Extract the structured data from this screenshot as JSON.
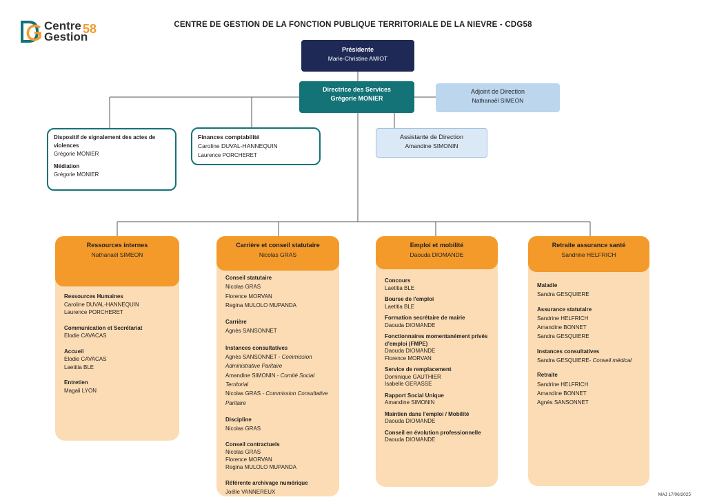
{
  "logo": {
    "line1": "Centre",
    "line2": "Gestion",
    "number": "58"
  },
  "title": "CENTRE DE GESTION DE LA FONCTION PUBLIQUE TERRITORIALE DE LA NIEVRE - CDG58",
  "presidente": {
    "role": "Présidente",
    "name": "Marie-Christine AMIOT"
  },
  "directrice": {
    "role": "Directrice des Services",
    "name": "Grégorie MONIER"
  },
  "adjoint": {
    "role": "Adjoint de Direction",
    "name": "Nathanaël SIMEON"
  },
  "assistante": {
    "role": "Assistante de Direction",
    "name": "Amandine SIMONIN"
  },
  "signalement": {
    "title": "Dispositif de signalement des actes de violences",
    "name": "Grégorie MONIER",
    "mediation_title": "Médiation",
    "mediation_name": "Grégorie MONIER"
  },
  "finances": {
    "title": "Finances comptabilité",
    "name1": "Caroline DUVAL-HANNEQUIN",
    "name2": "Laurence PORCHERET"
  },
  "columns": {
    "ressources": {
      "title": "Ressources internes",
      "head": "Nathanaël SIMEON",
      "s1_title": "Ressources Humaines",
      "s1_a": "Caroline DUVAL-HANNEQUIN",
      "s1_b": "Laurence PORCHERET",
      "s2_title": "Communication et Secrétariat",
      "s2_a": "Elodie CAVACAS",
      "s3_title": "Accueil",
      "s3_a": "Elodie CAVACAS",
      "s3_b": "Laetitia BLE",
      "s4_title": "Entretien",
      "s4_a": "Magali LYON"
    },
    "carriere": {
      "title": "Carrière et conseil statutaire",
      "head": "Nicolas GRAS",
      "s1_title": "Conseil statutaire",
      "s1_a": "Nicolas GRAS",
      "s1_b": "Florence MORVAN",
      "s1_c": "Regina MULOLO MUPANDA",
      "s2_title": "Carrière",
      "s2_a": "Agnès SANSONNET",
      "s3_title": "Instances consultatives",
      "s3_a_name": "Agnès SANSONNET - ",
      "s3_a_it": "Commission Administrative Paritaire",
      "s3_b_name": "Amandine SIMONIN - ",
      "s3_b_it": "Comité Social Territorial",
      "s3_c_name": "Nicolas GRAS - ",
      "s3_c_it": "Commission Consultative Paritaire",
      "s4_title": "Discipline",
      "s4_a": "Nicolas GRAS",
      "s5_title": "Conseil contractuels",
      "s5_a": "Nicolas GRAS",
      "s5_b": "Florence MORVAN",
      "s5_c": "Regina MULOLO MUPANDA",
      "s6_title": "Référente archivage numérique",
      "s6_a": "Joëlle VANNEREUX"
    },
    "emploi": {
      "title": "Emploi et mobilité",
      "head": "Daouda DIOMANDE",
      "s1_title": "Concours",
      "s1_a": "Laetitia BLE",
      "s2_title": "Bourse de l'emploi",
      "s2_a": "Laetitia BLE",
      "s3_title": "Formation secrétaire de mairie",
      "s3_a": "Daouda DIOMANDE",
      "s4_title": "Fonctionnaires momentanément privés d'emploi (FMPE)",
      "s4_a": "Daouda DIOMANDE",
      "s4_b": "Florence MORVAN",
      "s5_title": "Service de remplacement",
      "s5_a": "Dominique GAUTHIER",
      "s5_b": "Isabelle GERASSE",
      "s6_title": "Rapport Social Unique",
      "s6_a": "Amandine SIMONIN",
      "s7_title": "Maintien dans l'emploi / Mobilité",
      "s7_a": "Daouda DIOMANDE",
      "s8_title": "Conseil en évolution professionnelle",
      "s8_a": "Daouda DIOMANDE"
    },
    "retraite": {
      "title": "Retraite assurance santé",
      "head": "Sandrine HELFRICH",
      "s1_title": "Maladie",
      "s1_a": "Sandra GESQUIERE",
      "s2_title": "Assurance statutaire",
      "s2_a": "Sandrine HELFRICH",
      "s2_b": "Amandine BONNET",
      "s2_c": "Sandra GESQUIERE",
      "s3_title": "Instances consultatives",
      "s3_a_name": "Sandra GESQUIERE- ",
      "s3_a_it": "Conseil médical",
      "s4_title": "Retraite",
      "s4_a": "Sandrine HELFRICH",
      "s4_b": "Amandine BONNET",
      "s4_c": "Agnès SANSONNET"
    }
  },
  "footer": {
    "update": "MAJ 17/06/2025"
  },
  "colors": {
    "navy": "#1e2a55",
    "teal": "#137377",
    "orange": "#f39a2b",
    "peach": "#fcdcb4",
    "lightblue": "#bcd6ee"
  }
}
